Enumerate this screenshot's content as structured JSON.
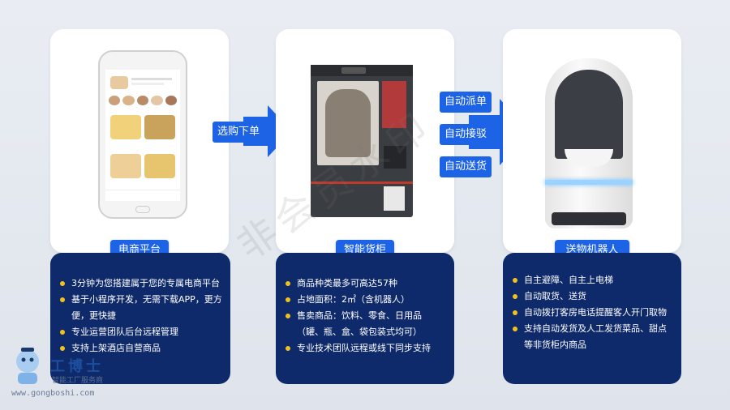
{
  "colors": {
    "navy": "#0f2a6b",
    "blue": "#1d63e6",
    "bullet": "#f2c21b"
  },
  "arrow1": {
    "label": "选购下单"
  },
  "arrow2": {
    "labels": [
      "自动派单",
      "自动接驳",
      "自动送货"
    ]
  },
  "panel1": {
    "title": "电商平台",
    "bullets": [
      "3分钟为您搭建属于您的专属电商平台",
      "基于小程序开发，无需下载APP，更方便，更快捷",
      "专业运营团队后台远程管理",
      "支持上架酒店自营商品"
    ]
  },
  "panel2": {
    "title": "智能货柜",
    "bullets": [
      "商品种类最多可高达57种",
      "占地面积：2㎡（含机器人）",
      "售卖商品：饮料、零食、日用品（罐、瓶、盒、袋包装式均可）",
      "专业技术团队远程或线下同步支持"
    ]
  },
  "panel3": {
    "title": "送物机器人",
    "bullets": [
      "自主避障、自主上电梯",
      "自动取货、送货",
      "自动拨打客房电话提醒客人开门取物",
      "支持自动发货及人工发货菜品、甜点等非货柜内商品"
    ]
  },
  "logo": {
    "name": "工博士",
    "subtitle": "智能工厂服务商",
    "url": "www.gongboshi.com"
  },
  "watermark": "非会员水印"
}
